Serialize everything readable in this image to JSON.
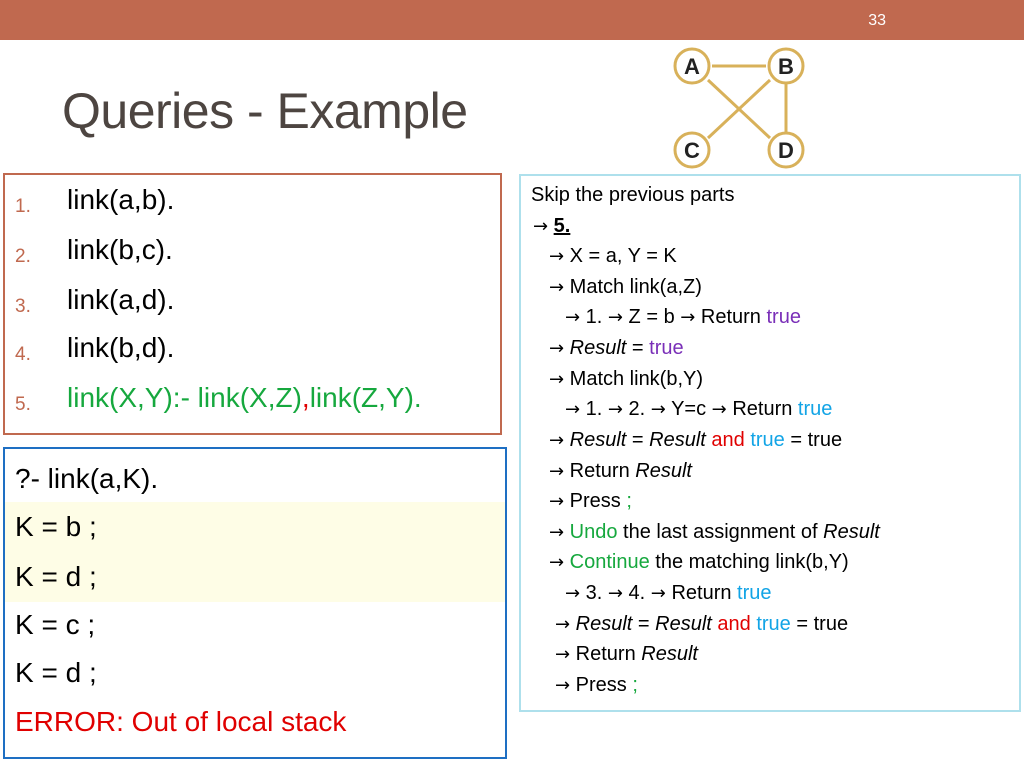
{
  "slide": {
    "page_number": "33",
    "title": "Queries - Example",
    "colors": {
      "accent": "#c0694f",
      "green": "#16a83e",
      "red": "#e00000",
      "purple": "#7a2fb8",
      "blue": "#12a4e6",
      "box_blue": "#1e6fc3",
      "box_cyan": "#aee0ec"
    }
  },
  "graph": {
    "nodes": [
      "A",
      "B",
      "C",
      "D"
    ]
  },
  "facts": [
    {
      "num": "1.",
      "text": "link(a,b)."
    },
    {
      "num": "2.",
      "text": "link(b,c)."
    },
    {
      "num": "3.",
      "text": "link(a,d)."
    },
    {
      "num": "4.",
      "text": "link(b,d)."
    },
    {
      "num": "5.",
      "rule_head": "link(X,Y):- link(X,Z)",
      "comma": ",",
      "rule_body": "link(Z,Y)."
    }
  ],
  "query": {
    "lines": [
      "?- link(a,K).",
      "K = b ;",
      "K = d ;",
      "K = c ;",
      "K = d ;"
    ],
    "error": "ERROR: Out of local stack"
  },
  "trace": {
    "arrow": "→",
    "l0": "Skip the previous parts",
    "l1": "5.",
    "l2": "X = a, Y = K",
    "l3": "Match link(a,Z)",
    "l4": "1. ",
    "l4b": " Z = b ",
    "l4c": " Return ",
    "l4d": "true",
    "l5a": "Result",
    "l5b": " = ",
    "l5c": "true",
    "l6": "Match link(b,Y)",
    "l7a": "1. ",
    "l7b": " 2. ",
    "l7c": " Y=c ",
    "l7d": " Return ",
    "l7e": "true",
    "l8a": "Result",
    "l8b": " = ",
    "l8c": "Result",
    "l8d": " and ",
    "l8e": "true",
    "l8f": " = true",
    "l9a": "Return ",
    "l9b": "Result",
    "l10a": "Press ",
    "l10b": ";",
    "l11a": "Undo",
    "l11b": " the last assignment of ",
    "l11c": "Result",
    "l12a": "Continue",
    "l12b": " the matching link(b,Y)",
    "l13a": "3. ",
    "l13b": " 4. ",
    "l13c": " Return ",
    "l13d": "true",
    "l14a": "Result",
    "l14b": " = ",
    "l14c": "Result",
    "l14d": " and ",
    "l14e": "true",
    "l14f": " = true",
    "l15a": "Return ",
    "l15b": "Result",
    "l16a": "Press ",
    "l16b": ";"
  }
}
